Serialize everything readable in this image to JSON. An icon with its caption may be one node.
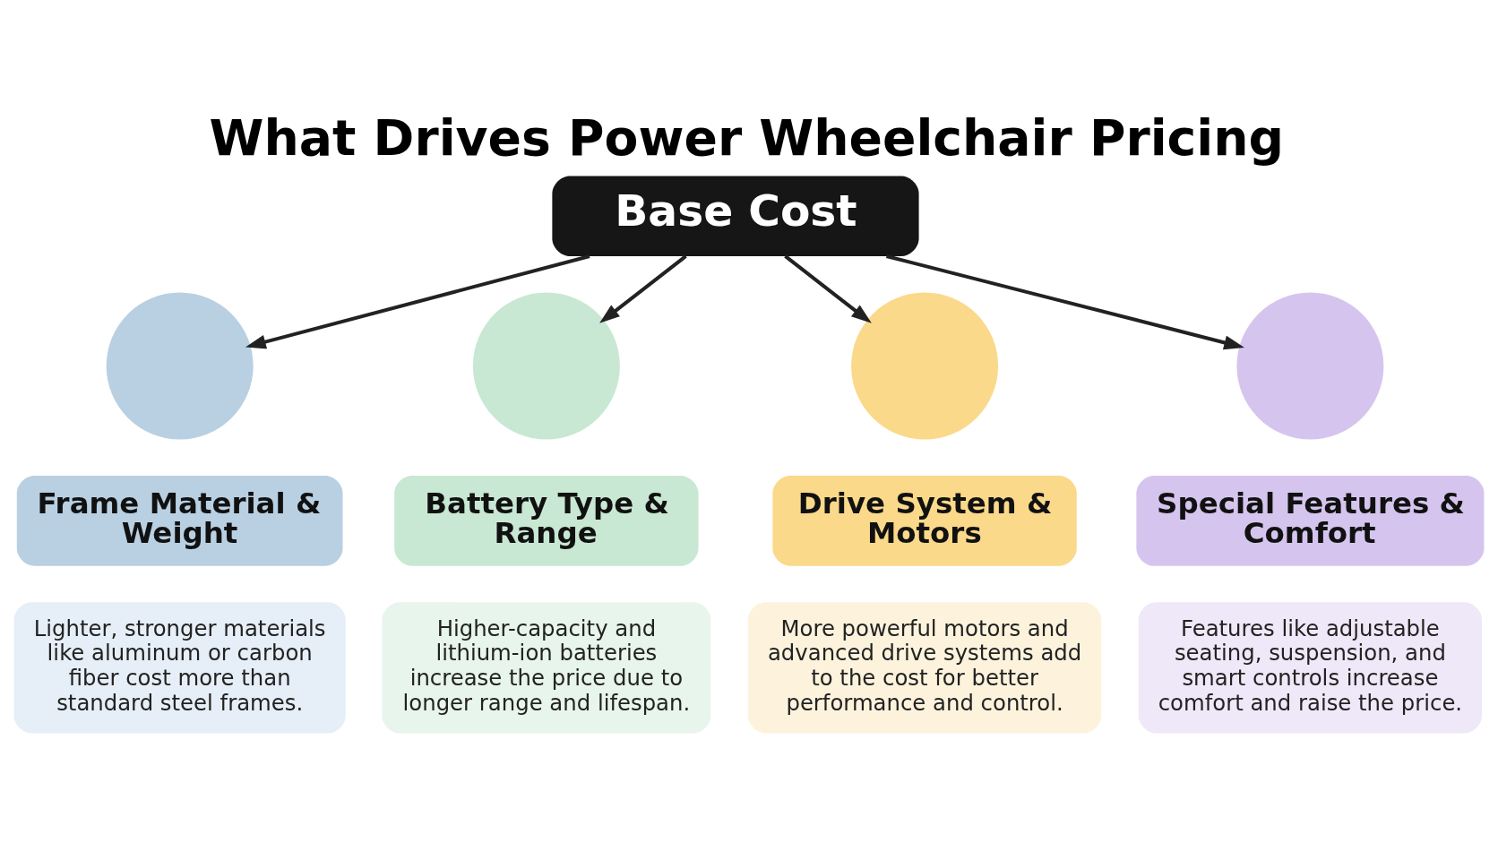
{
  "diagram": {
    "title": "What Drives Power Wheelchair Pricing",
    "nodes": [
      {
        "text": [
          "Base Cost"
        ]
      },
      {
        "text": [],
        "shape": "circle"
      },
      {
        "text": [],
        "shape": "circle"
      },
      {
        "text": [],
        "shape": "circle"
      },
      {
        "text": [],
        "shape": "circle"
      },
      {
        "text": [
          "Frame Material & Weight"
        ]
      },
      {
        "text": [
          "Battery Type & Range"
        ]
      },
      {
        "text": [
          "Drive System & Motors"
        ]
      },
      {
        "text": [
          "Special Features & Comfort"
        ]
      },
      {
        "text": [
          "Lighter, stronger materials like aluminum or carbon fiber cost more than standard steel frames."
        ]
      },
      {
        "text": [
          "Higher-capacity and lithium-ion batteries increase the price due to longer range and lifespan."
        ]
      },
      {
        "text": [
          "More powerful motors and advanced drive systems add to the cost for better performance and control."
        ]
      },
      {
        "text": [
          "Features like adjustable seating, suspension, and smart controls increase comfort and raise the price."
        ]
      }
    ],
    "edges": [
      {
        "from": 0,
        "to": 1,
        "arrow": "to"
      },
      {
        "from": 0,
        "to": 2,
        "arrow": "to"
      },
      {
        "from": 0,
        "to": 3,
        "arrow": "to"
      },
      {
        "from": 0,
        "to": 4,
        "arrow": "to"
      }
    ]
  }
}
